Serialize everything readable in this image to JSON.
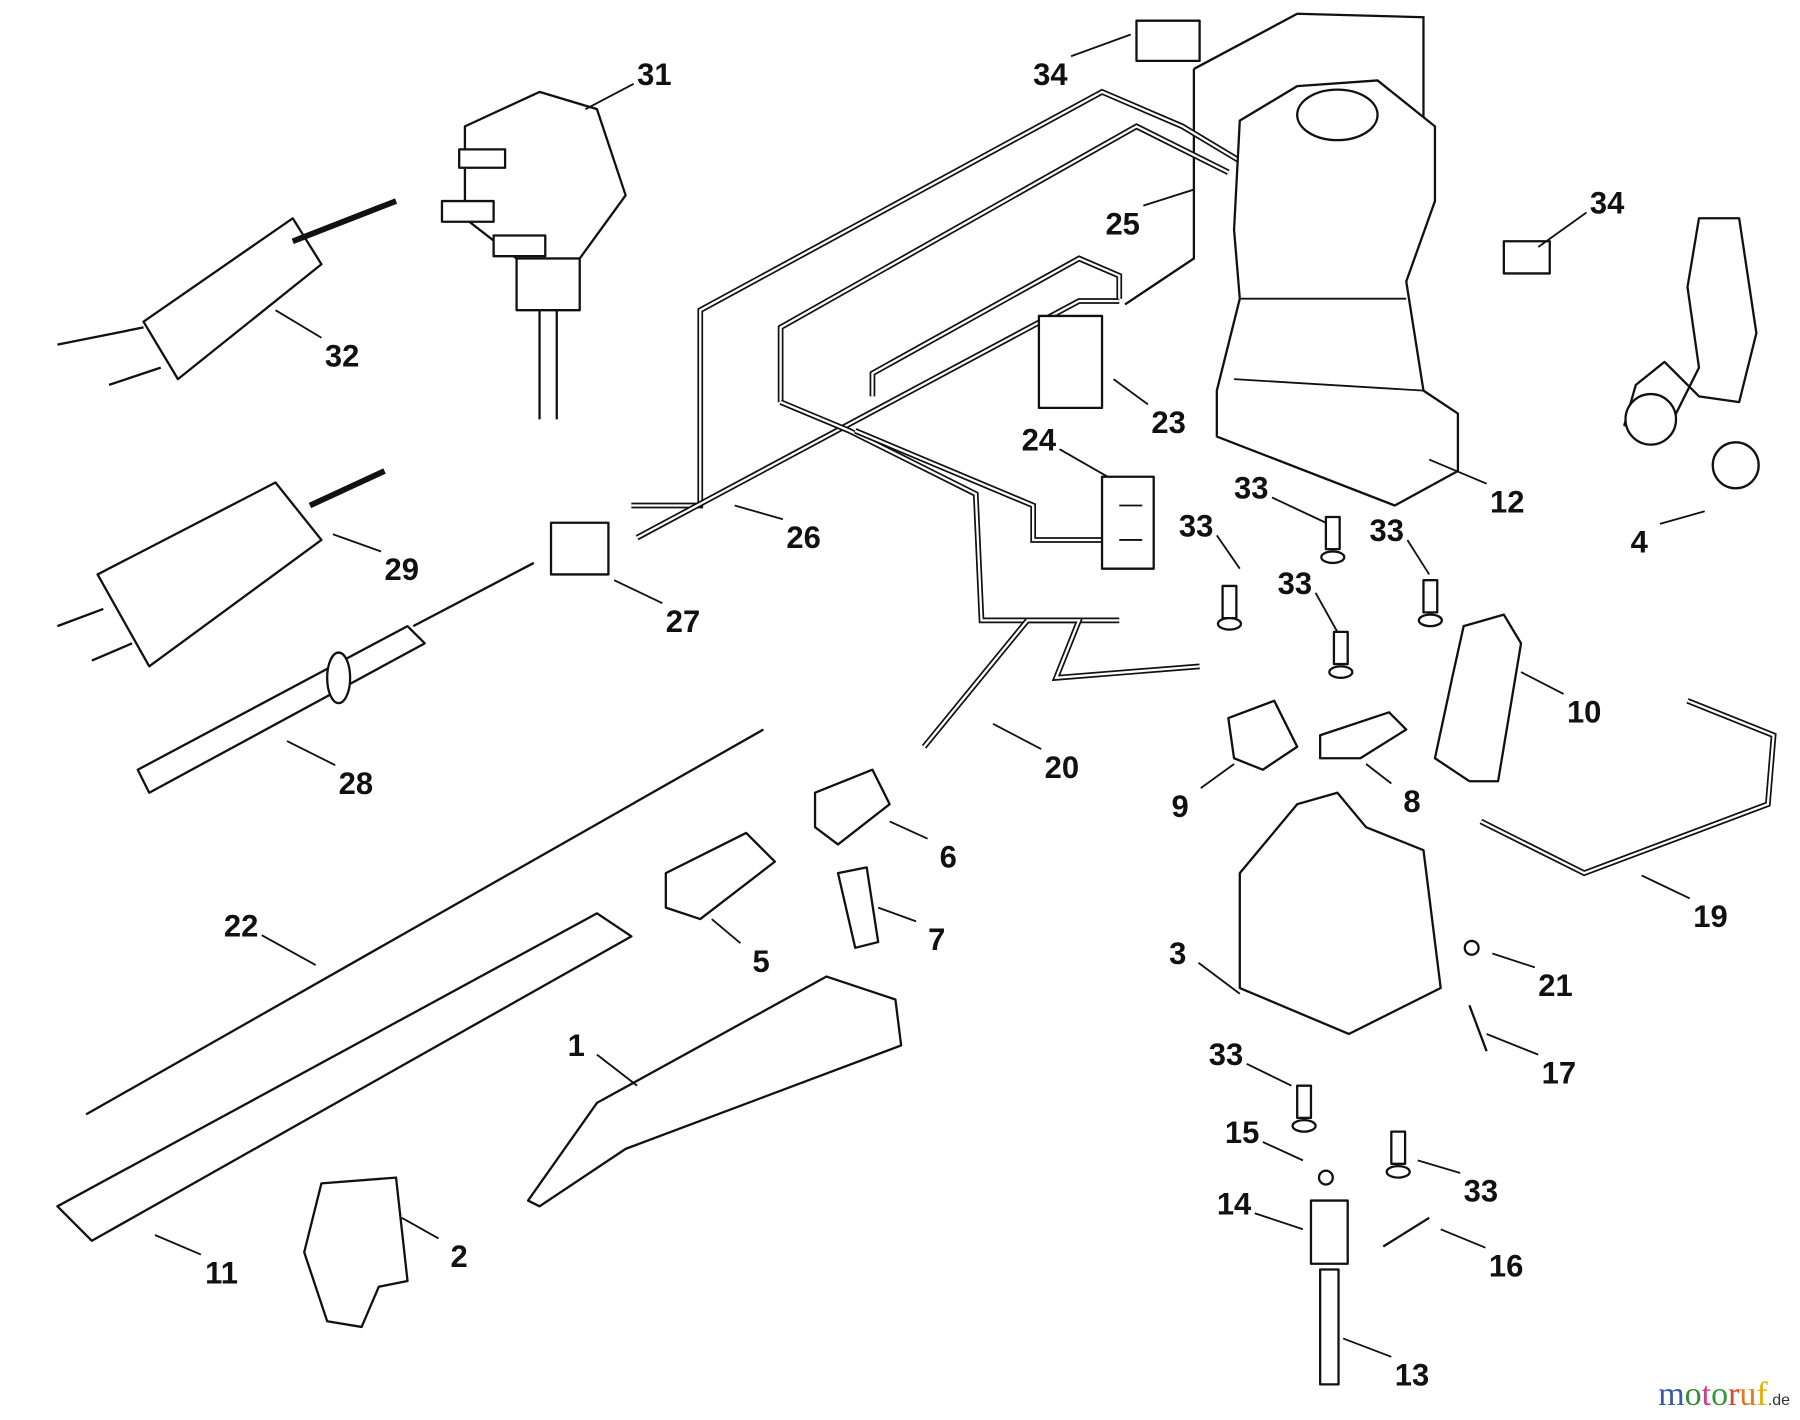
{
  "diagram": {
    "type": "exploded-parts-diagram",
    "part_labels": [
      "34",
      "31",
      "32",
      "25",
      "34",
      "23",
      "24",
      "12",
      "33",
      "33",
      "33",
      "33",
      "29",
      "26",
      "27",
      "4",
      "10",
      "20",
      "9",
      "8",
      "28",
      "6",
      "19",
      "22",
      "5",
      "7",
      "3",
      "21",
      "1",
      "17",
      "33",
      "15",
      "33",
      "14",
      "2",
      "16",
      "11",
      "13"
    ]
  },
  "watermark": {
    "text": "motoruf",
    "suffix": ".de",
    "colors": [
      "#3b5ba5",
      "#3b8a3b",
      "#d23c8c",
      "#2f9a3a",
      "#d8452a",
      "#e07a1a",
      "#e0b000"
    ]
  }
}
